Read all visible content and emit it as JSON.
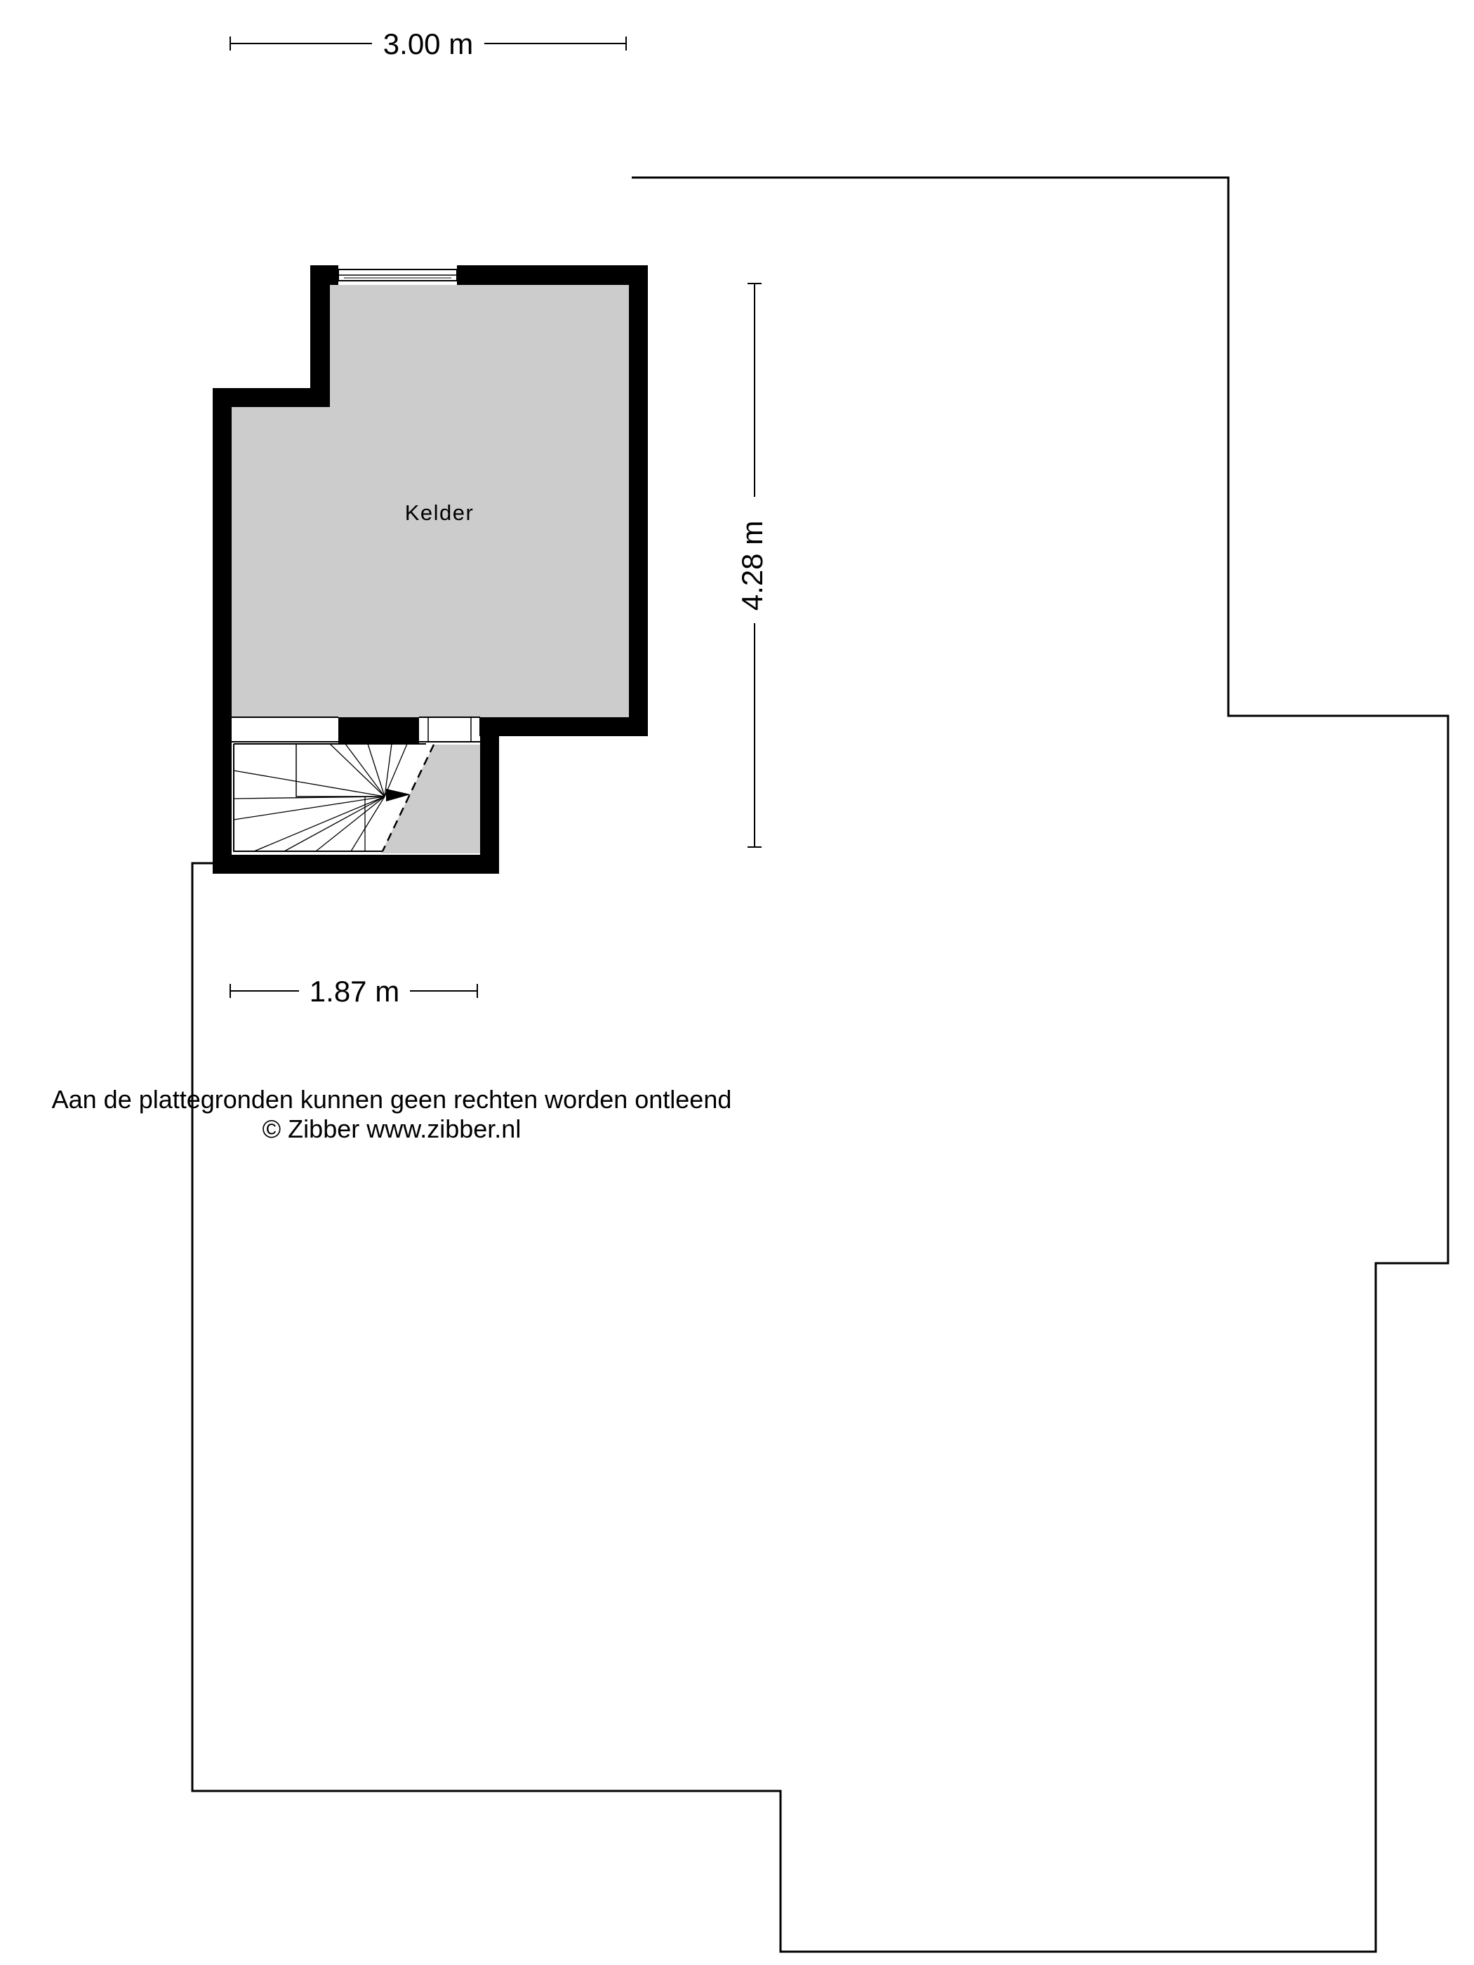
{
  "floorplan": {
    "rooms": [
      {
        "name": "Kelder"
      }
    ],
    "dimensions": {
      "top_width": "3.00 m",
      "height": "4.28 m",
      "bottom_width": "1.87 m"
    },
    "disclaimer": {
      "line1": "Aan de plattegronden kunnen geen rechten worden ontleend",
      "line2": "© Zibber www.zibber.nl"
    },
    "colors": {
      "wall": "#000000",
      "room_fill": "#cccccc",
      "background": "#ffffff",
      "outline": "#000000"
    }
  }
}
